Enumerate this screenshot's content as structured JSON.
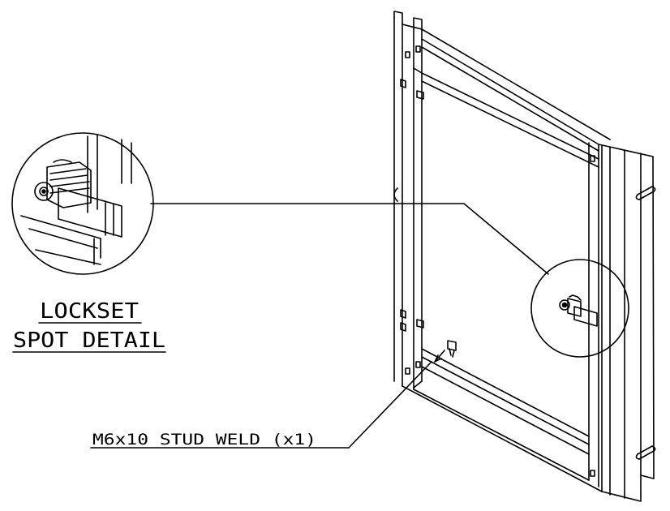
{
  "drawing": {
    "detail_title_line1": "LOCKSET",
    "detail_title_line2": "SPOT DETAIL",
    "stud_callout": "M6x10 STUD WELD (x1)"
  },
  "colors": {
    "line": "#000000",
    "background": "#ffffff"
  }
}
